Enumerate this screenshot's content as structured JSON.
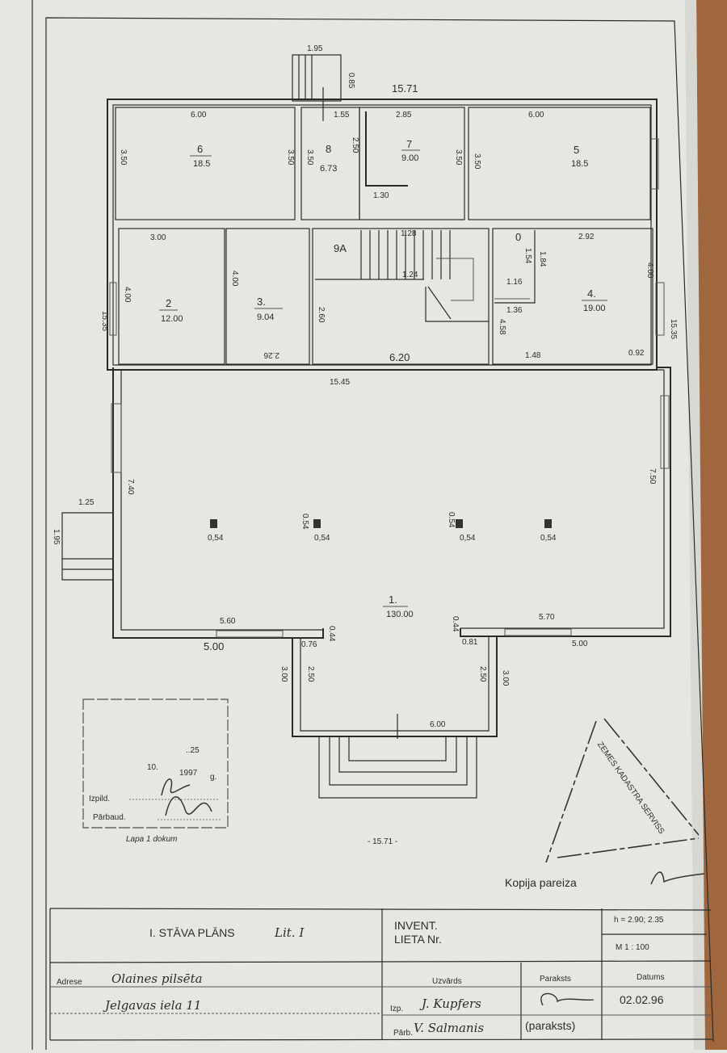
{
  "plan": {
    "overall_width_top": "15.71",
    "overall_width_bottom": "- 15.71 -",
    "side_left": "15.35",
    "side_right": "15.35",
    "rooms": [
      {
        "no": "6",
        "area": "18.5",
        "dims": [
          "6.00",
          "3.50",
          "3.50"
        ]
      },
      {
        "no": "8",
        "area": "6.73",
        "dims": [
          "1.55",
          "3.50",
          "2.50"
        ]
      },
      {
        "no": "7",
        "area": "9.00",
        "dims": [
          "2.85",
          "3.50",
          "1.30"
        ]
      },
      {
        "no": "5",
        "area": "18.5",
        "dims": [
          "6.00",
          "3.50"
        ]
      },
      {
        "no": "2",
        "area": "12.00",
        "dims": [
          "3.00",
          "4.00"
        ]
      },
      {
        "no": "3.",
        "area": "9.04",
        "dims": [
          "4.00",
          "2.26"
        ]
      },
      {
        "no": "9A",
        "area": "",
        "dims": [
          "2.60",
          "6.20",
          "1.24",
          "1.28"
        ]
      },
      {
        "no": "4.",
        "area": "19.00",
        "dims": [
          "2.92",
          "4.00",
          "1.16",
          "1.36",
          "4.58",
          "1.84",
          "1.54",
          "0",
          "1.48",
          "0.92"
        ]
      },
      {
        "no": "1.",
        "area": "130.00",
        "dims": [
          "15.45",
          "7.50",
          "7.40",
          "5.60",
          "5.70",
          "5.00",
          "5.00",
          "0.76",
          "0.81",
          "0.44",
          "0.44"
        ]
      }
    ],
    "columns": [
      "0,54",
      "0,54",
      "0,54",
      "0,54"
    ],
    "column_side": [
      "0.54",
      "0.54"
    ],
    "porch_top": {
      "w": "1.95",
      "h": "0.85"
    },
    "porch_left": {
      "w": "1.25",
      "h": "1.95"
    },
    "vestibule": {
      "w": "6.00",
      "d1": "3.00",
      "d2": "2.50",
      "d3": "2.50",
      "d4": "3.00"
    }
  },
  "stamp_box": {
    "line1": "..25",
    "day": "10.",
    "year": "1997",
    "suffix": "g.",
    "label1": "Izpild.",
    "label2": "Pārbaud.",
    "caption": "Lapa 1 dokum"
  },
  "triangle_stamp": {
    "text": "ZEMES KADASTRA SERVISS",
    "copy_note": "Kopija pareiza"
  },
  "title_block": {
    "title": "I. STĀVA PLĀNS",
    "title_hand": "Lit. I",
    "invent": "INVENT.",
    "lieta": "LIETA Nr.",
    "height": "h = 2.90; 2.35",
    "scale": "M 1 : 100",
    "address_label": "Adrese",
    "address_line1": "Olaines pilsēta",
    "address_line2": "Jelgavas iela 11",
    "col_name": "Uzvārds",
    "col_sign": "Paraksts",
    "col_date": "Datums",
    "row1_label": "Izp.",
    "row1_name": "J. Kupfers",
    "row2_label": "Pārb.",
    "row2_name": "V. Salmanis",
    "date": "02.02.96",
    "sign_note": "(paraksts)"
  }
}
